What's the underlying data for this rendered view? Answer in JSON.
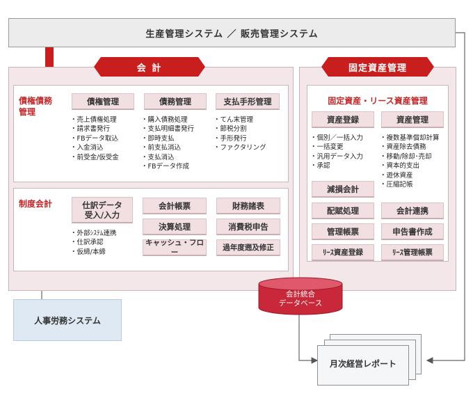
{
  "top_system": "生産管理システム ／ 販売管理システム",
  "accounting": {
    "ribbon": "会 計",
    "receivables": {
      "title_line1": "債権債務",
      "title_line2": "管理",
      "columns": [
        {
          "header": "債権管理",
          "items": [
            "売上債権処理",
            "請求書発行",
            "FBデータ取込",
            "入金消込",
            "前受金/仮受金"
          ]
        },
        {
          "header": "債務管理",
          "items": [
            "購入債務処理",
            "支払明細書発行",
            "即時支払",
            "前支払消込",
            "支払消込",
            "FBデータ作成"
          ]
        },
        {
          "header": "支払手形管理",
          "items": [
            "てん末管理",
            "節税分割",
            "手形発行",
            "ファクタリング"
          ]
        }
      ]
    },
    "institutional": {
      "title": "制度会計",
      "journal_line1": "仕訳データ",
      "journal_line2": "受入/入力",
      "journal_items": [
        "外部ｼｽﾃﾑ連携",
        "仕訳承認",
        "仮締/本締"
      ],
      "buttons": [
        "会計帳票",
        "財務諸表",
        "決算処理",
        "消費税申告",
        "キャッシュ・フロー",
        "過年度遡及修正"
      ]
    }
  },
  "fixed_assets": {
    "ribbon": "固定資産管理",
    "subtitle": "固定資産・リース資産管理",
    "left_header": "資産登録",
    "left_items": [
      "個別／一括入力",
      "一括変更",
      "汎用データ入力",
      "承認"
    ],
    "right_header": "資産管理",
    "right_items": [
      "複数基準償却計算",
      "資産除去債務",
      "移動/除却･売却",
      "資本的支出",
      "遊休資産",
      "圧縮記帳"
    ],
    "buttons": [
      "減損会計",
      "配賦処理",
      "会計連携",
      "管理帳票",
      "申告書作成",
      "ﾘｰｽ資産登録",
      "ﾘｰｽ管理帳票"
    ]
  },
  "database": {
    "line1": "会計統合",
    "line2": "データベース"
  },
  "hr_system": "人事労務システム",
  "report": "月次経営レポート",
  "colors": {
    "accent_red": "#c81e1e",
    "panel_pink": "#f4e7ea",
    "button_pink": "#f2dfe2",
    "hr_blue": "#dfe9f3"
  }
}
